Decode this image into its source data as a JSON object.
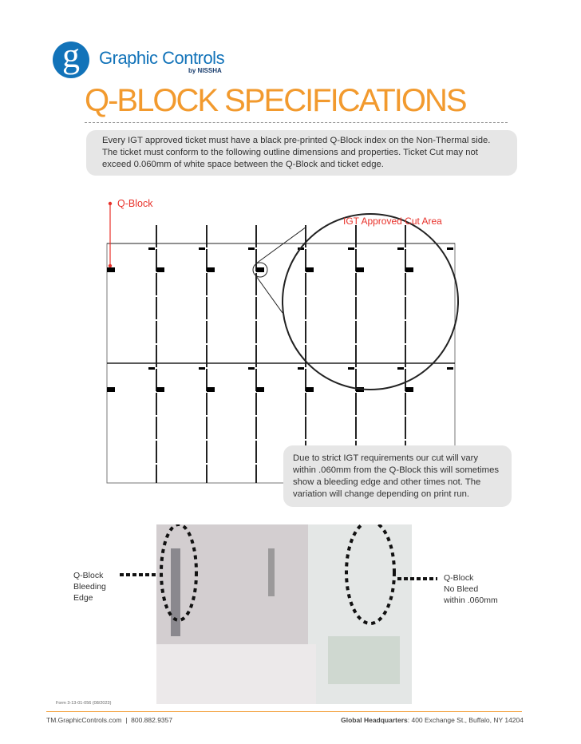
{
  "brand": {
    "logo_letter": "g",
    "name": "Graphic Controls",
    "sub": "by NISSHA",
    "color": "#1273b9"
  },
  "title": "Q-BLOCK SPECIFICATIONS",
  "intro": "Every IGT approved ticket must have a black pre-printed Q-Block index on the Non-Thermal side. The ticket must conform to the following outline dimensions and properties. Ticket Cut may not exceed 0.060mm of white space between the Q-Block and ticket edge.",
  "diagram": {
    "qblock_label": "Q-Block",
    "cut_area_label": "IGT Approved Cut Area",
    "accent": "#e8312a"
  },
  "note": "Due to strict IGT requirements our cut will vary within .060mm from the Q-Block this will sometimes show a bleeding edge and other times not. The variation will change depending on print run.",
  "photo": {
    "left_label": [
      "Q-Block",
      "Bleeding",
      "Edge"
    ],
    "right_label": [
      "Q-Block",
      "No Bleed",
      "within .060mm"
    ]
  },
  "form_number": "Form 3-13-01-056 (08/2023)",
  "footer": {
    "left": "TM.GraphicControls.com  |  800.882.9357",
    "hq_label": "Global Headquarters",
    "hq_address": ": 400 Exchange St., Buffalo, NY 14204"
  },
  "colors": {
    "title": "#f29a2e",
    "panel": "#e6e6e6"
  }
}
